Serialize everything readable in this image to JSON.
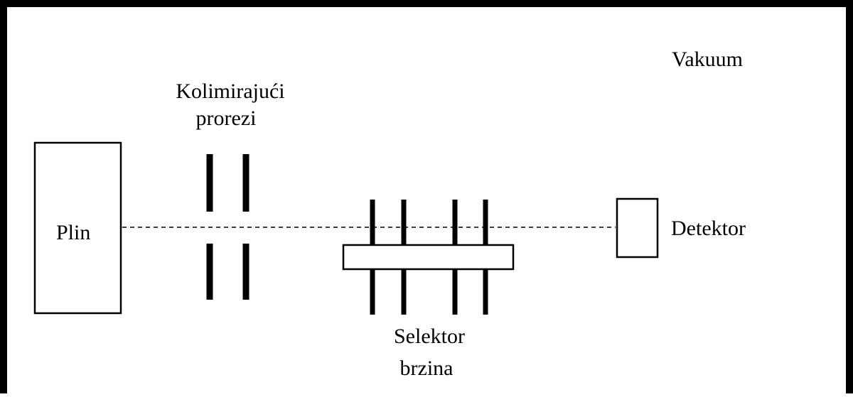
{
  "diagram": {
    "labels": {
      "vacuum": "Vakuum",
      "collimating_slits_line1": "Kolimirajući",
      "collimating_slits_line2": "prorezi",
      "gas": "Plin",
      "detector": "Detektor",
      "velocity_selector_line1": "Selektor",
      "velocity_selector_line2": "brzina"
    },
    "colors": {
      "ink": "#000000",
      "background": "#ffffff"
    }
  }
}
